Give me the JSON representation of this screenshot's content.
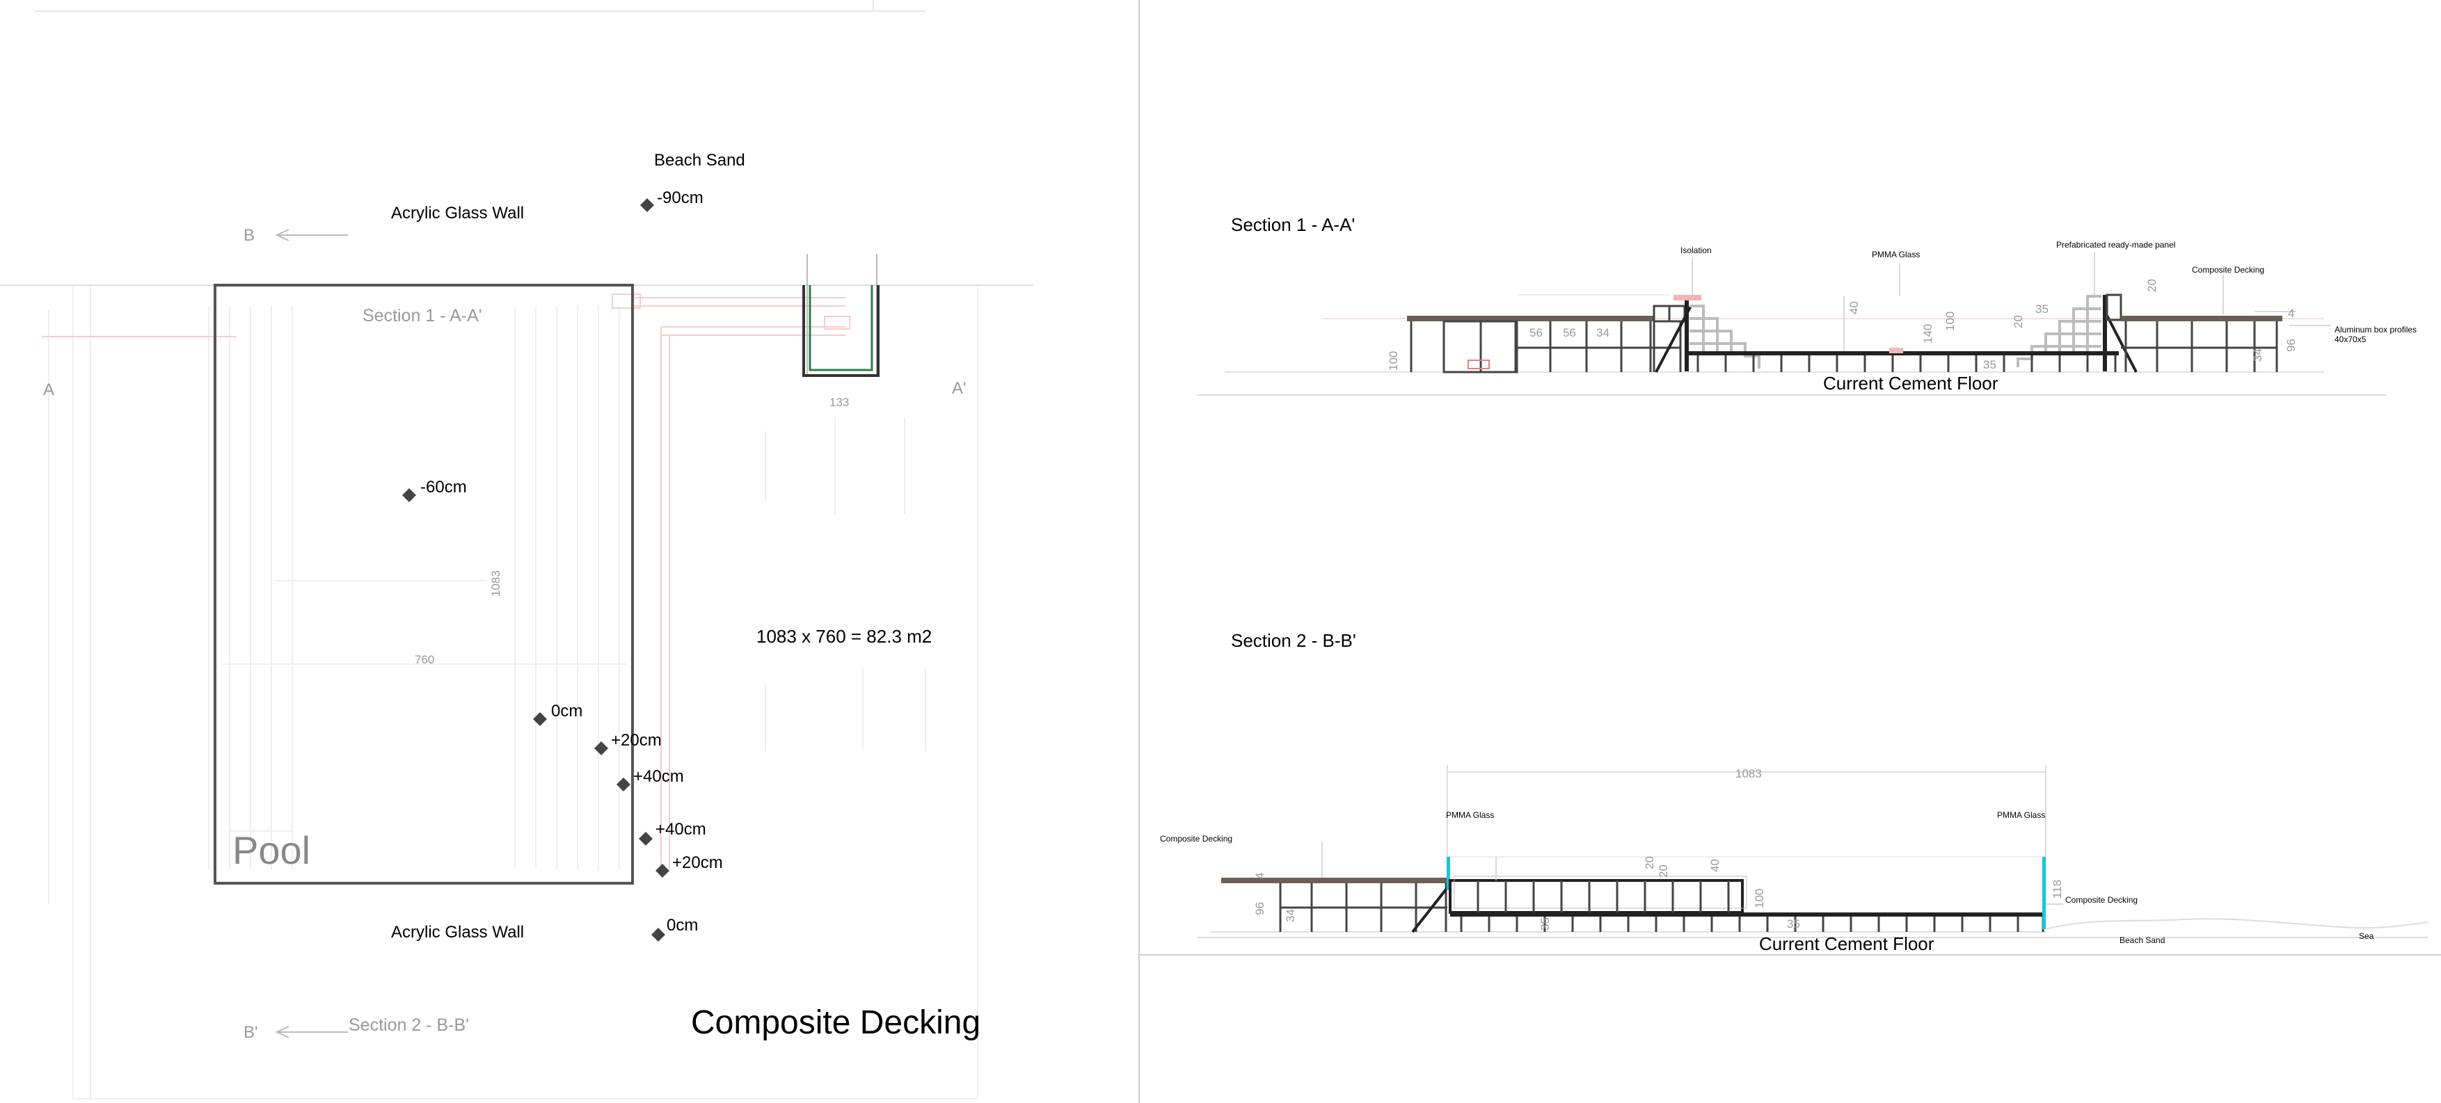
{
  "plan": {
    "beach_sand": "Beach Sand",
    "acrylic_top": "Acrylic Glass Wall",
    "acrylic_bottom": "Acrylic Glass Wall",
    "section1_tag": "Section 1  - A-A'",
    "section2_tag": "Section 2  - B-B'",
    "marker_a": "A",
    "marker_a_prime": "A'",
    "marker_b": "B",
    "marker_b_prime": "B'",
    "pool_label": "Pool",
    "dim_length": "1083",
    "dim_width": "760",
    "dim_small": "133",
    "area": "1083 x 760  =  82.3 m2",
    "composite_decking": "Composite Decking",
    "levels": [
      "-90cm",
      "-60cm",
      "0cm",
      "+20cm",
      "+40cm",
      "+40cm",
      "+20cm",
      "0cm"
    ]
  },
  "section1": {
    "title": "Section 1  - A-A'",
    "isolation": "Isolation",
    "pmma": "PMMA Glass",
    "prefab": "Prefabricated ready-made panel",
    "decking": "Composite Decking",
    "profiles_1": "Aluminum box profiles",
    "profiles_2": "40x70x5",
    "floor": "Current Cement Floor",
    "dims": [
      "100",
      "56",
      "56",
      "34",
      "40",
      "140",
      "100",
      "35",
      "20",
      "35",
      "20",
      "4",
      "96",
      "34"
    ]
  },
  "section2": {
    "title": "Section 2  - B-B'",
    "dim_length": "1083",
    "pmma_left": "PMMA Glass",
    "pmma_right": "PMMA Glass",
    "decking_left": "Composite Decking",
    "decking_right": "Composite Decking",
    "beach_sand": "Beach Sand",
    "sea": "Sea",
    "floor": "Current Cement Floor",
    "dims": [
      "4",
      "96",
      "34",
      "20",
      "20",
      "40",
      "100",
      "35",
      "35",
      "118"
    ]
  }
}
